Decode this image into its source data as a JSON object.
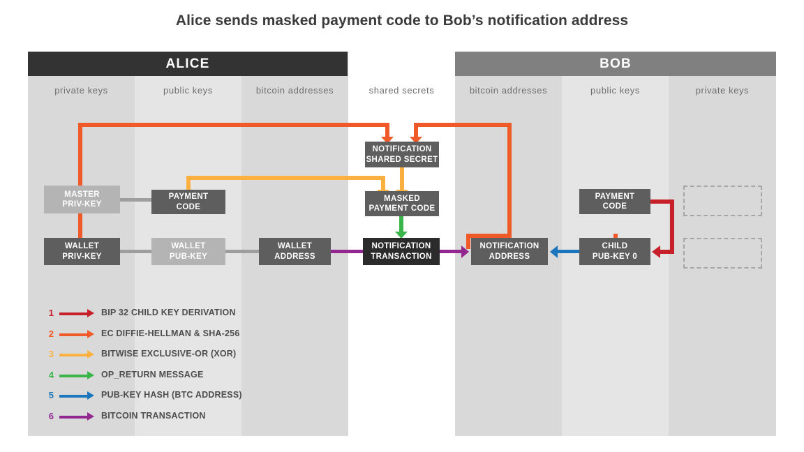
{
  "title": "Alice sends masked payment code to Bob’s notification address",
  "parties": [
    {
      "name": "ALICE",
      "color": "#333333"
    },
    {
      "name": "BOB",
      "color": "#808080"
    }
  ],
  "columns": [
    {
      "caption": "private keys",
      "owner": "alice",
      "shade": "#d9d9d9"
    },
    {
      "caption": "public keys",
      "owner": "alice",
      "shade": "#e5e5e5"
    },
    {
      "caption": "bitcoin addresses",
      "owner": "alice",
      "shade": "#d9d9d9"
    },
    {
      "caption": "shared secrets",
      "owner": "shared",
      "shade": "#ffffff"
    },
    {
      "caption": "bitcoin addresses",
      "owner": "bob",
      "shade": "#d9d9d9"
    },
    {
      "caption": "public keys",
      "owner": "bob",
      "shade": "#e5e5e5"
    },
    {
      "caption": "private keys",
      "owner": "bob",
      "shade": "#d9d9d9"
    }
  ],
  "nodes": [
    {
      "id": "master-priv-key",
      "line1": "MASTER",
      "line2": "PRIV-KEY",
      "style": "light"
    },
    {
      "id": "alice-payment-code",
      "line1": "PAYMENT",
      "line2": "CODE",
      "style": "dark"
    },
    {
      "id": "notification-shared-secret",
      "line1": "NOTIFICATION",
      "line2": "SHARED SECRET",
      "style": "dark"
    },
    {
      "id": "masked-payment-code",
      "line1": "MASKED",
      "line2": "PAYMENT CODE",
      "style": "dark"
    },
    {
      "id": "bob-payment-code",
      "line1": "PAYMENT",
      "line2": "CODE",
      "style": "dark"
    },
    {
      "id": "wallet-priv-key",
      "line1": "WALLET",
      "line2": "PRIV-KEY",
      "style": "dark"
    },
    {
      "id": "wallet-pub-key",
      "line1": "WALLET",
      "line2": "PUB-KEY",
      "style": "light"
    },
    {
      "id": "wallet-address",
      "line1": "WALLET",
      "line2": "ADDRESS",
      "style": "dark"
    },
    {
      "id": "notification-transaction",
      "line1": "NOTIFICATION",
      "line2": "TRANSACTION",
      "style": "black"
    },
    {
      "id": "notification-address",
      "line1": "NOTIFICATION",
      "line2": "ADDRESS",
      "style": "dark"
    },
    {
      "id": "child-pub-key",
      "line1": "CHILD",
      "line2": "PUB-KEY  0",
      "style": "dark"
    }
  ],
  "legend": [
    {
      "num": "1",
      "label": "BIP 32 CHILD KEY DERIVATION",
      "color": "#c8202a"
    },
    {
      "num": "2",
      "label": "EC DIFFIE-HELLMAN & SHA-256",
      "color": "#ef5a28"
    },
    {
      "num": "3",
      "label": "BITWISE EXCLUSIVE-OR (XOR)",
      "color": "#fbb040"
    },
    {
      "num": "4",
      "label": "OP_RETURN MESSAGE",
      "color": "#39b54a"
    },
    {
      "num": "5",
      "label": "PUB-KEY HASH (BTC ADDRESS)",
      "color": "#1b75bb"
    },
    {
      "num": "6",
      "label": "BITCOIN TRANSACTION",
      "color": "#92278f"
    }
  ],
  "colors": {
    "red": "#c8202a",
    "orange": "#ef5a28",
    "yellow": "#fbb040",
    "green": "#39b54a",
    "blue": "#1b75bb",
    "purple": "#92278f",
    "gray_link": "#9e9e9e",
    "node_dark": "#5e5e5e",
    "node_black": "#2b2b2b",
    "node_light": "#b4b4b4",
    "ghost_border": "#a6a6a6",
    "title_text": "#3b3b3b",
    "caption_text": "#6e6e6e"
  }
}
